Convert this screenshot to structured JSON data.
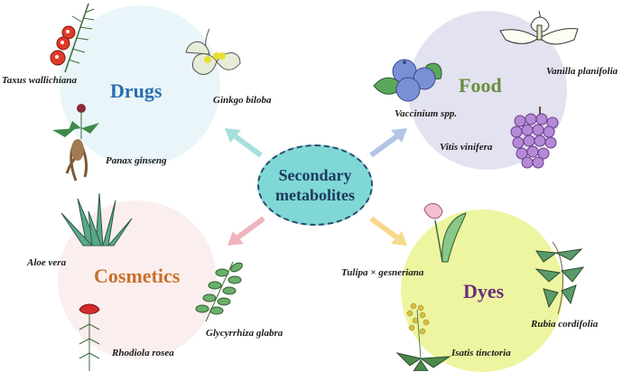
{
  "center": {
    "label_line1": "Secondary",
    "label_line2": "metabolites",
    "fill": "#7fd8d6",
    "border": "#2a4a6a",
    "text_color": "#1d3a5c"
  },
  "categories": [
    {
      "label": "Drugs",
      "circle_color": "#e9f5f8",
      "label_color": "#2a6fad",
      "arrow_color": "#a6e0dc",
      "species": [
        "Taxus wallichiana",
        "Ginkgo biloba",
        "Panax ginseng"
      ]
    },
    {
      "label": "Food",
      "circle_color": "#e3e2f0",
      "label_color": "#6a8e3e",
      "arrow_color": "#b3c4e6",
      "species": [
        "Vanilla planifolia",
        "Vaccinium spp.",
        "Vitis vinifera"
      ]
    },
    {
      "label": "Cosmetics",
      "circle_color": "#fbeeee",
      "label_color": "#c8702a",
      "arrow_color": "#f0b3bd",
      "species": [
        "Aloe vera",
        "Glycyrrhiza glabra",
        "Rhodiola rosea"
      ]
    },
    {
      "label": "Dyes",
      "circle_color": "#eef5a0",
      "label_color": "#6a2e7a",
      "arrow_color": "#f7d98a",
      "species": [
        "Tulipa × gesneriana",
        "Rubia cordifolia",
        "Isatis tinctoria"
      ]
    }
  ]
}
